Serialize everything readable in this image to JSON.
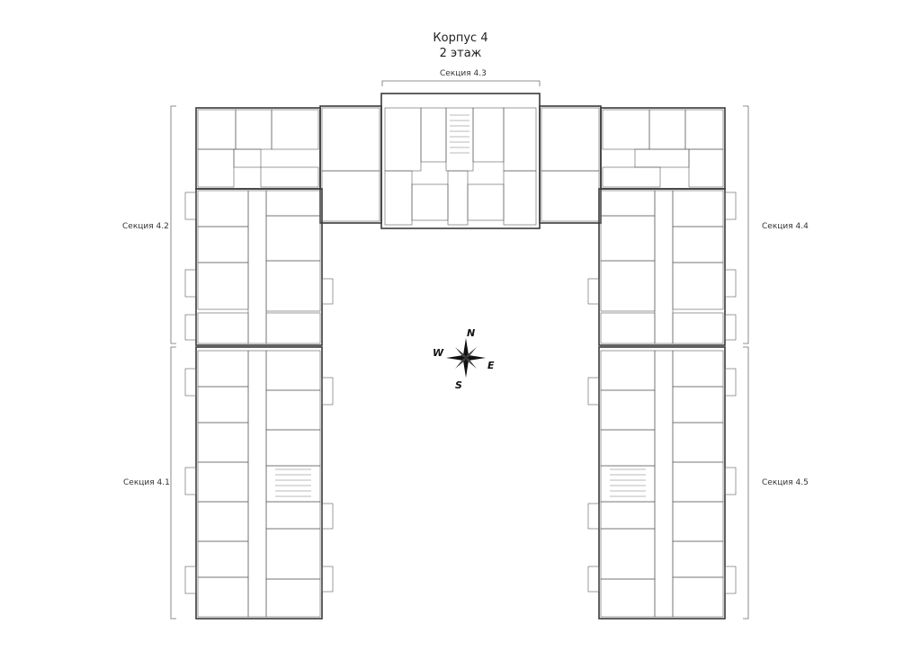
{
  "header": {
    "building": "Корпус 4",
    "floor": "2 этаж"
  },
  "sections": {
    "s41": "Секция 4.1",
    "s42": "Секция 4.2",
    "s43": "Секция 4.3",
    "s44": "Секция 4.4",
    "s45": "Секция 4.5"
  },
  "compass": {
    "north": "N",
    "east": "E",
    "south": "S",
    "west": "W"
  },
  "colors": {
    "violet": "#d9d2ef",
    "green": "#d6efd5",
    "blue": "#d5ebf5",
    "yellow": "#f5f3c9",
    "pink": "#f5dbe3",
    "wall": "#3a3a3a",
    "core": "#efefef"
  }
}
